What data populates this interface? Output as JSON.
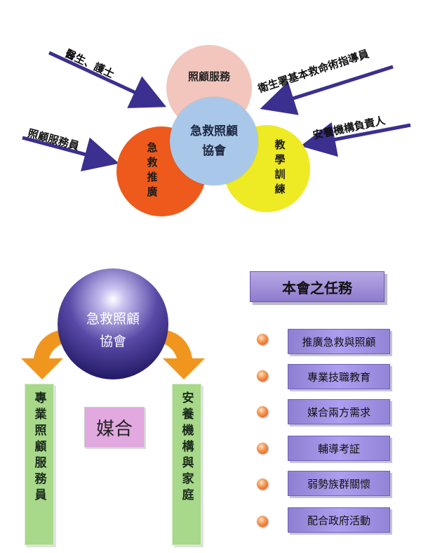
{
  "top": {
    "circles": {
      "care": "照顧服務",
      "center": [
        "急救照顧",
        "協會"
      ],
      "promotion": "急救推廣",
      "training": "教學訓練"
    },
    "arrow_labels": {
      "doctor_nurse": "醫生、護士",
      "caregiver": "照顧服務員",
      "health_instructor": "衛生署基本救命術指導員",
      "institution_head": "安養機構負責人"
    }
  },
  "bottom": {
    "sphere": [
      "急救照顧",
      "協會"
    ],
    "left_box": "專業照顧服務員",
    "right_box": "安養機構與家庭",
    "match": "媒合",
    "mission_title": "本會之任務",
    "tasks": [
      "推廣急救與照顧",
      "專業技職教育",
      "媒合兩方需求",
      "輔導考証",
      "弱勢族群關懷",
      "配合政府活動"
    ]
  },
  "colors": {
    "arrow": "#3b2f8f",
    "care_circle": "#f2c6bd",
    "promotion_circle": "#ee5a1c",
    "training_circle": "#eeea24",
    "center_circle": "#a9c7e9",
    "orange_arrow": "#f0961e",
    "green_box": "#a8d88a",
    "match_box": "#e2a8e0",
    "task_box": "#9d8ee0"
  }
}
